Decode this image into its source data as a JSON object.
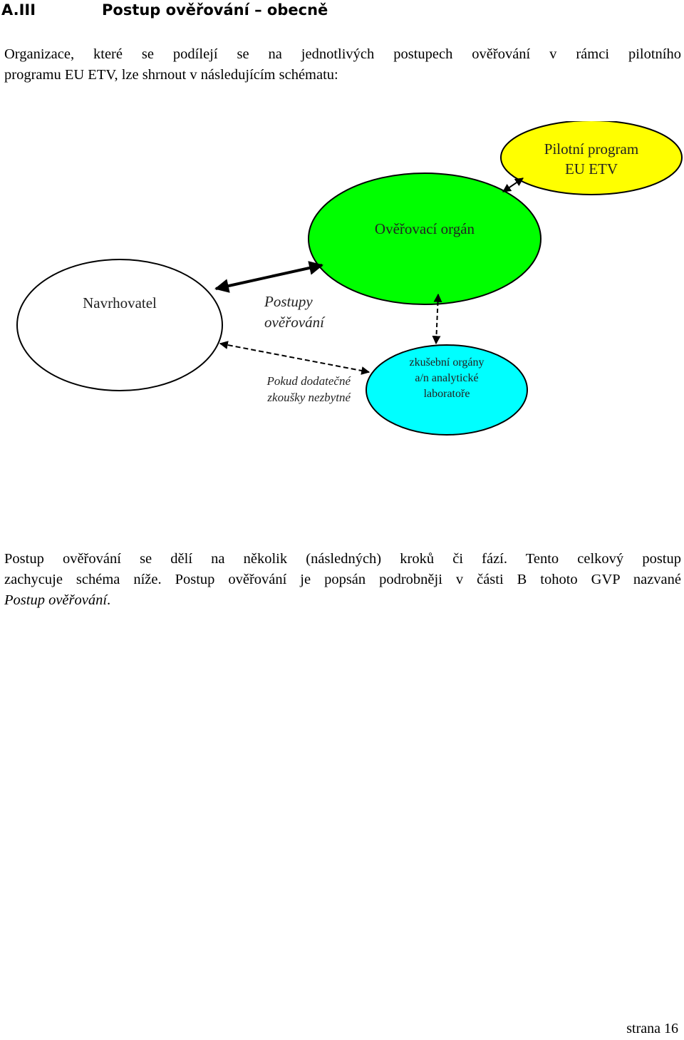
{
  "heading": {
    "number": "A.III",
    "title": "Postup ověřování – obecně"
  },
  "intro": {
    "line1": "Organizace, které se podílejí se na jednotlivých postupech ověřování v rámci pilotního",
    "line2": "programu EU ETV, lze shrnout v následujícím schématu:"
  },
  "diagram": {
    "pilot": {
      "line1": "Pilotní program",
      "line2": "EU ETV",
      "color": "#ffff00"
    },
    "body": {
      "label": "Ověřovací orgán",
      "color": "#00ff00"
    },
    "proposer": {
      "label": "Navrhovatel",
      "color": "#ffffff"
    },
    "labs": {
      "line1": "zkušební orgány",
      "line2": "a/n analytické",
      "line3": "laboratoře",
      "color": "#00ffff"
    },
    "procedures": {
      "line1": "Postupy",
      "line2": "ověřování"
    },
    "extra_tests": {
      "line1": "Pokud dodatečné",
      "line2": "zkoušky nezbytné"
    }
  },
  "outro": {
    "line1": "Postup ověřování se dělí na několik (následných) kroků či fází. Tento celkový postup",
    "line2": "zachycuje schéma níže. Postup ověřování je popsán podrobněji v části B tohoto GVP nazvané",
    "line3_italic": "Postup ověřování",
    "line3_end": "."
  },
  "footer": {
    "page": "strana 16"
  }
}
